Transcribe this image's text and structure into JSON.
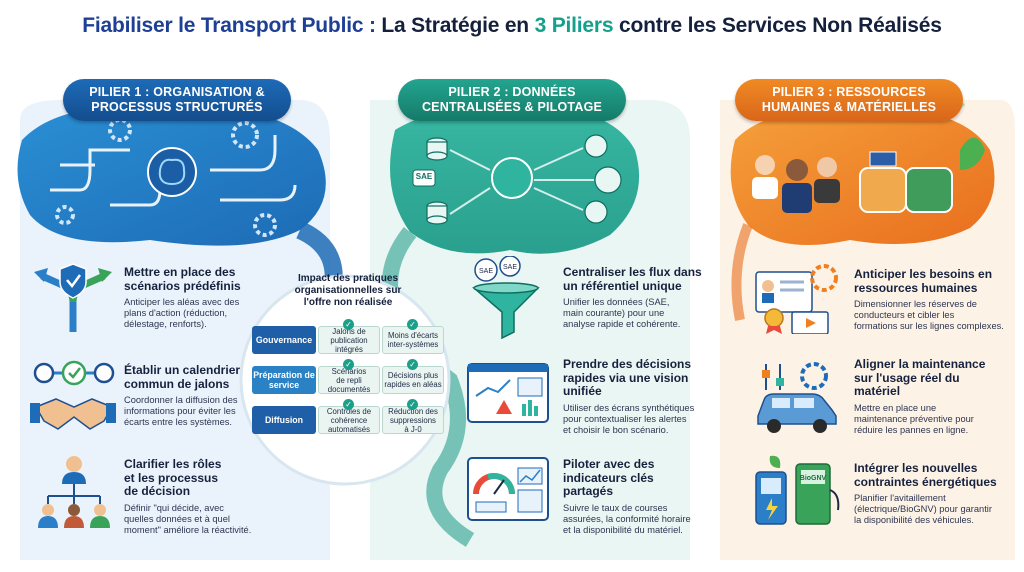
{
  "title": {
    "part1": "Fiabiliser le Transport Public :",
    "part2": " La Stratégie en ",
    "part3": "3 Piliers",
    "part4": " contre les Services Non Réalisés"
  },
  "colors": {
    "pillar1": "#1e6bb8",
    "pillar2": "#1a9a84",
    "pillar3": "#ef7f1f",
    "title_blue": "#1e3f96",
    "title_green": "#14a08c"
  },
  "pillars": [
    {
      "header_line1": "PILIER 1 : ORGANISATION &",
      "header_line2": "PROCESSUS STRUCTURÉS",
      "items": [
        {
          "icon": "decision-arrows-shield-icon",
          "title": [
            "Mettre en place des",
            "scénarios prédéfinis"
          ],
          "text": [
            "Anticiper les aléas avec des",
            "plans d'action (réduction,",
            "délestage, renforts)."
          ]
        },
        {
          "icon": "timeline-handshake-icon",
          "title": [
            "Établir un calendrier",
            "commun de jalons"
          ],
          "text": [
            "Coordonner la diffusion des",
            "informations pour éviter les",
            "écarts entre les systèmes."
          ]
        },
        {
          "icon": "org-chart-icon",
          "title": [
            "Clarifier les rôles",
            "et les processus",
            "de décision"
          ],
          "text": [
            "Définir \"qui décide, avec",
            "quelles données et à quel",
            "moment\" améliore la réactivité."
          ]
        }
      ]
    },
    {
      "header_line1": "PILIER 2 : DONNÉES",
      "header_line2": "CENTRALISÉES & PILOTAGE",
      "items": [
        {
          "icon": "data-funnel-icon",
          "title": [
            "Centraliser les flux dans",
            "un référentiel unique"
          ],
          "text": [
            "Unifier les données (SAE,",
            "main courante) pour une",
            "analyse rapide et cohérente."
          ]
        },
        {
          "icon": "dashboard-screen-icon",
          "title": [
            "Prendre des décisions",
            "rapides via une vision",
            "unifiée"
          ],
          "text": [
            "Utiliser des écrans synthétiques",
            "pour contextualiser les alertes",
            "et choisir le bon scénario."
          ]
        },
        {
          "icon": "kpi-gauge-icon",
          "title": [
            "Piloter avec des",
            "indicateurs clés",
            "partagés"
          ],
          "text": [
            "Suivre le taux de courses",
            "assurées, la conformité horaire",
            "et la disponibilité du matériel."
          ]
        }
      ]
    },
    {
      "header_line1": "PILIER 3 : RESSOURCES",
      "header_line2": "HUMAINES & MATÉRIELLES",
      "items": [
        {
          "icon": "hr-training-icon",
          "title": [
            "Anticiper les besoins en",
            "ressources humaines"
          ],
          "text": [
            "Dimensionner les réserves de",
            "conducteurs et cibler les",
            "formations sur les lignes complexes."
          ]
        },
        {
          "icon": "vehicle-maintenance-icon",
          "title": [
            "Aligner la maintenance",
            "sur l'usage réel du",
            "matériel"
          ],
          "text": [
            "Mettre en place une",
            "maintenance préventive pour",
            "réduire les pannes en ligne."
          ]
        },
        {
          "icon": "charging-station-icon",
          "title": [
            "Intégrer les nouvelles",
            "contraintes énergétiques"
          ],
          "text": [
            "Planifier l'avitaillement",
            "(électrique/BioGNV) pour garantir",
            "la disponibilité des véhicules."
          ]
        }
      ]
    }
  ],
  "center": {
    "title": [
      "Impact des pratiques",
      "organisationnelles sur",
      "l'offre non réalisée"
    ],
    "rows": [
      {
        "label": "Gouvernance",
        "cells": [
          [
            "Jalons de",
            "publication",
            "intégrés"
          ],
          [
            "Moins d'écarts",
            "inter-systèmes"
          ]
        ]
      },
      {
        "label": "Préparation de service",
        "cells": [
          [
            "Scénarios",
            "de repli",
            "documentés"
          ],
          [
            "Décisions plus",
            "rapides en aléas"
          ]
        ]
      },
      {
        "label": "Diffusion",
        "cells": [
          [
            "Contrôles de",
            "cohérence",
            "automatisés"
          ],
          [
            "Réduction des",
            "suppressions",
            "à J-0"
          ]
        ]
      }
    ]
  },
  "icon_labels": {
    "sae_db": "SAE",
    "sae_bubble_1": "SAE",
    "sae_bubble_2": "SAE",
    "gnv_station": "BioGNV"
  }
}
